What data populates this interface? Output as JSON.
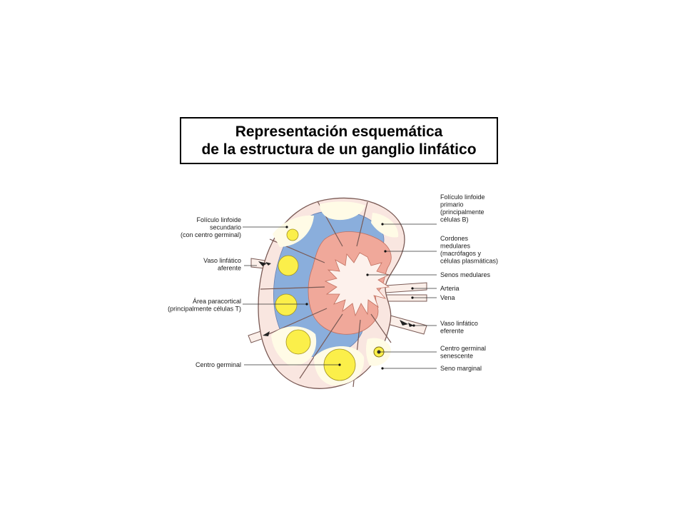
{
  "title": {
    "line1": "Representación esquemática",
    "line2": "de la estructura de un ganglio linfático"
  },
  "labels_left": {
    "foliculo_secundario": [
      "Folículo linfoide",
      "secundario",
      "(con centro germinal)"
    ],
    "vaso_aferente": [
      "Vaso linfático",
      "aferente"
    ],
    "area_paracortical": [
      "Área paracortical",
      "(principalmente células T)"
    ],
    "centro_germinal": [
      "Centro germinal"
    ]
  },
  "labels_right": {
    "foliculo_primario": [
      "Folículo linfoide",
      "primario",
      "(principalmente",
      "células B)"
    ],
    "cordones_medulares": [
      "Cordones",
      "medulares",
      "(macrófagos y",
      "células plasmáticas)"
    ],
    "senos_medulares": [
      "Senos medulares"
    ],
    "arteria": [
      "Arteria"
    ],
    "vena": [
      "Vena"
    ],
    "vaso_eferente": [
      "Vaso linfático",
      "eferente"
    ],
    "centro_senescente": [
      "Centro germinal",
      "senescente"
    ],
    "seno_marginal": [
      "Seno marginal"
    ]
  },
  "colors": {
    "capsule": "#f9e6e0",
    "outline": "#7a5a55",
    "paracortex": "#8aaedc",
    "medullary_cords": "#f0a89a",
    "sinus": "#fdf1ec",
    "follicle_primary": "#fffbe6",
    "germinal_center": "#fbef4a"
  }
}
